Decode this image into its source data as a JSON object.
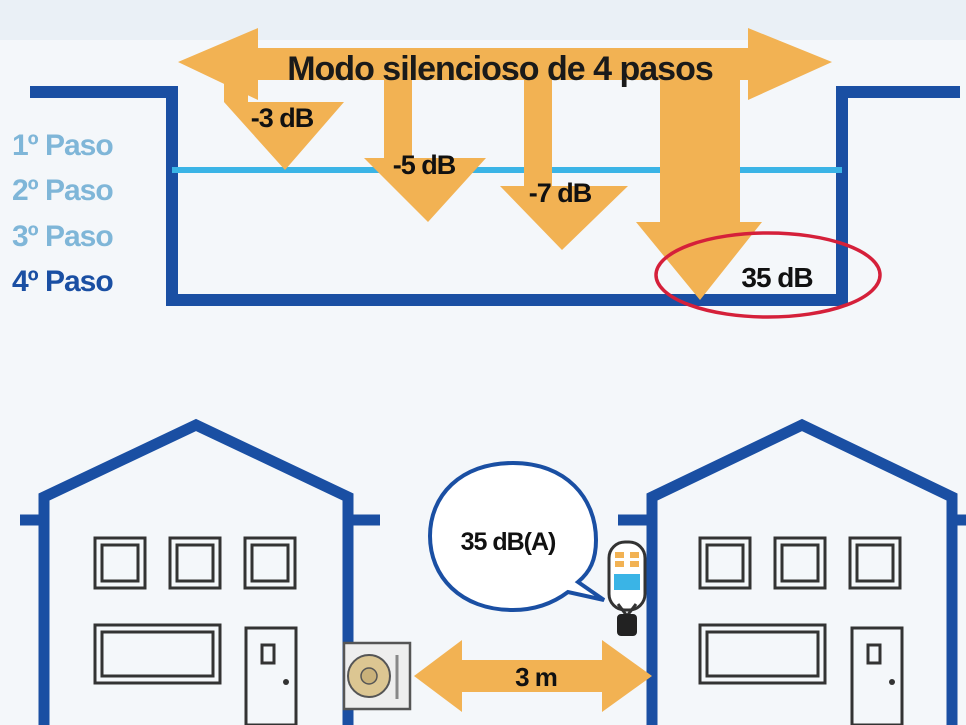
{
  "title": "Modo silencioso de 4 pasos",
  "steps": [
    {
      "label": "1º Paso",
      "reduction": "-3 dB"
    },
    {
      "label": "2º Paso",
      "reduction": "-5 dB"
    },
    {
      "label": "3º Paso",
      "reduction": "-7 dB"
    },
    {
      "label": "4º Paso",
      "reduction": "35 dB"
    }
  ],
  "speech_bubble": "35 dB(A)",
  "distance": "3 m",
  "colors": {
    "arrow": "#f2b253",
    "frame_blue": "#1a4fa3",
    "step_light_blue": "#7fb6d8",
    "water_line": "#3ab4e6",
    "highlight_red": "#d5203a",
    "background": "#f4f7fa"
  }
}
